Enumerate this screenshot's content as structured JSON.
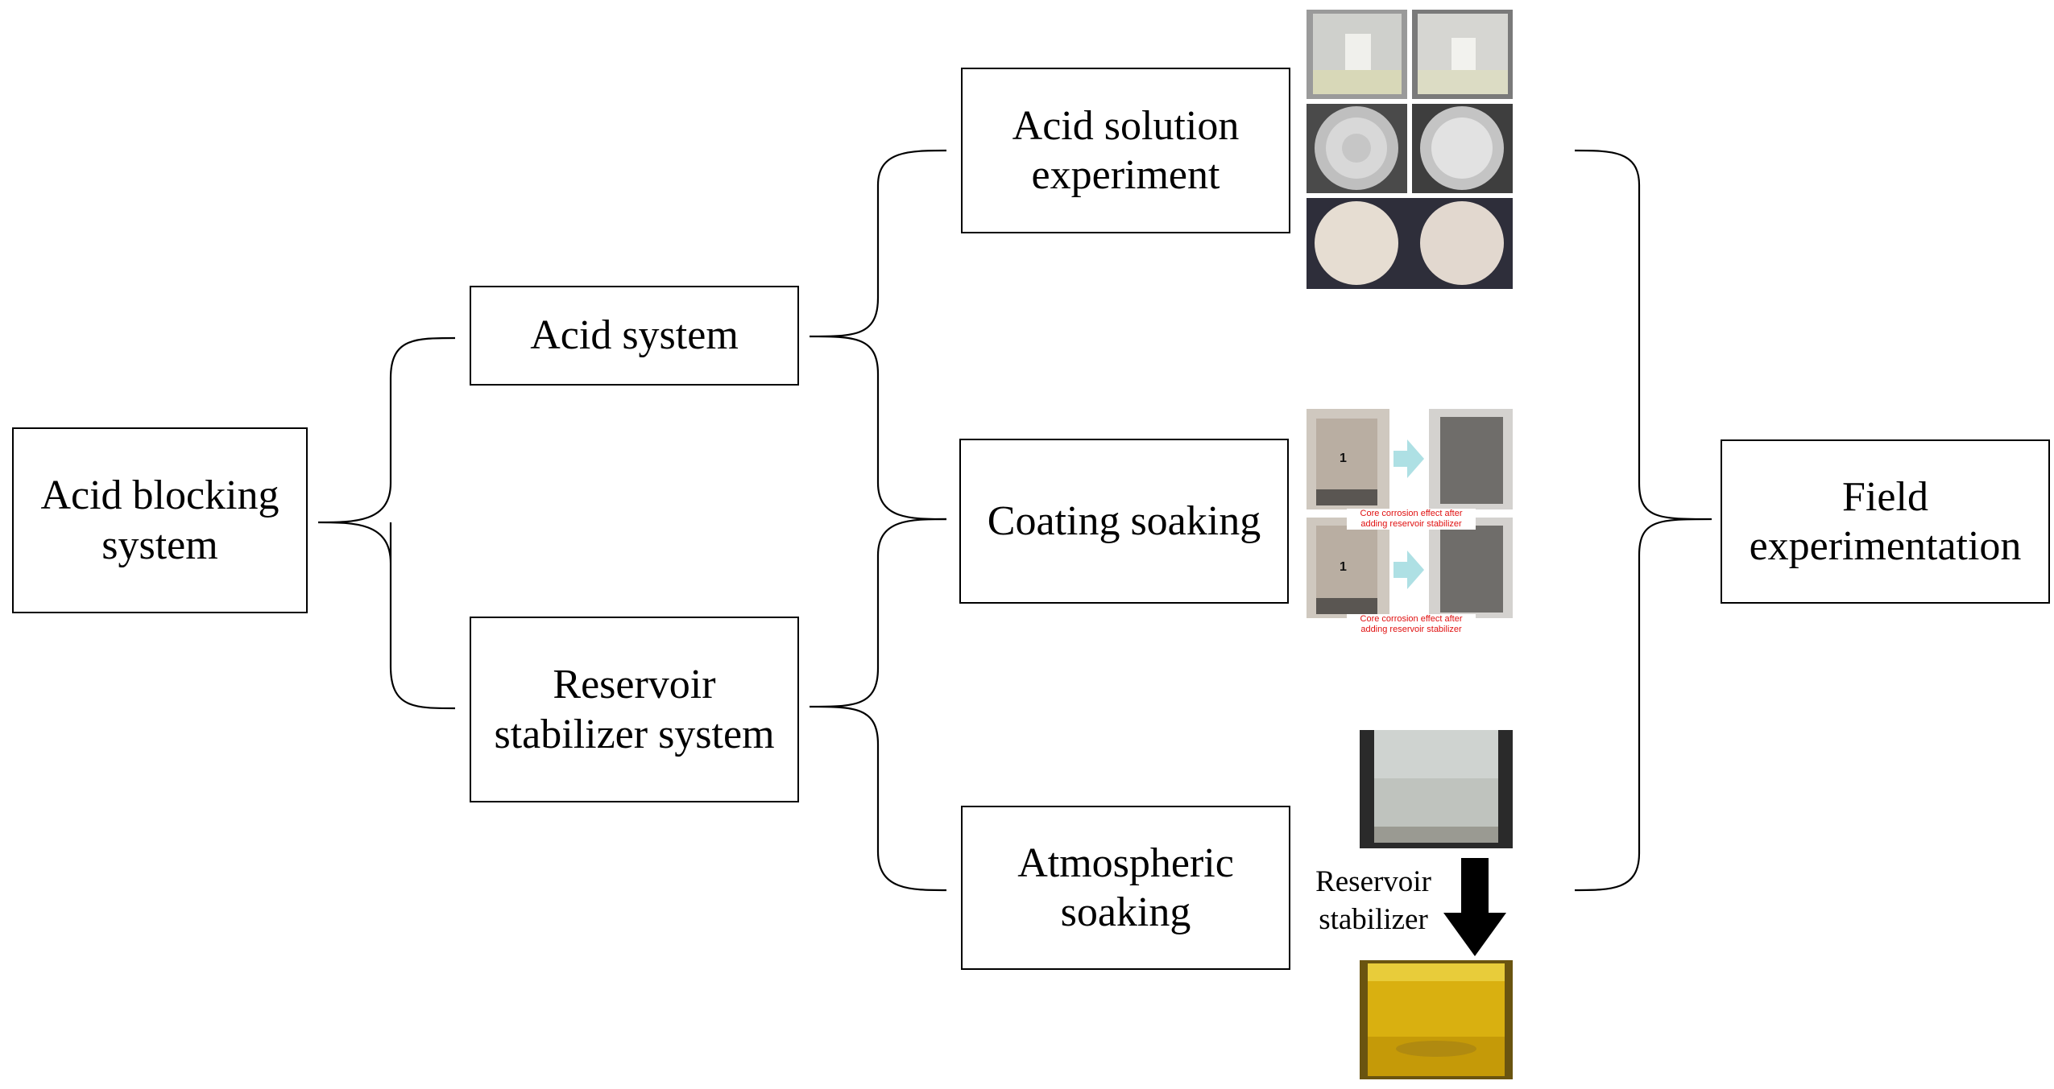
{
  "diagram": {
    "root": {
      "line1": "Acid blocking",
      "line2": "system"
    },
    "acid_system": "Acid system",
    "reservoir_system": {
      "line1": "Reservoir",
      "line2": "stabilizer system"
    },
    "experiments": {
      "acid_solution": {
        "line1": "Acid solution",
        "line2": "experiment"
      },
      "coating_soaking": "Coating soaking",
      "atmospheric_soaking": {
        "line1": "Atmospheric",
        "line2": "soaking"
      }
    },
    "field": {
      "line1": "Field",
      "line2": "experimentation"
    }
  },
  "photos": {
    "core_caption_1": "Core corrosion effect after adding reservoir stabilizer",
    "core_caption_2": "Core corrosion effect after adding reservoir stabilizer",
    "core_number_1": "1",
    "core_number_2": "1",
    "arrow_label": {
      "line1": "Reservoir",
      "line2": "stabilizer"
    }
  },
  "colors": {
    "line": "#000000",
    "caption": "#e01010",
    "teal_arrow": "#aee0e4",
    "oil": "#d9b010"
  }
}
